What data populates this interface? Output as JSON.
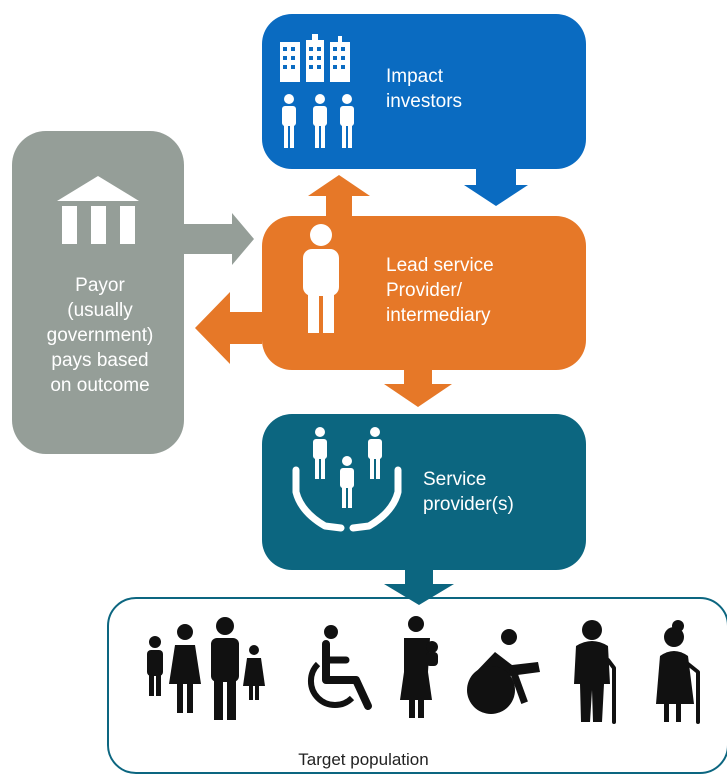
{
  "nodes": {
    "investors": {
      "lines": [
        "Impact",
        "investors"
      ],
      "color": "#0a6bc1",
      "icon": "buildings-and-people-icon"
    },
    "lead": {
      "lines": [
        "Lead service",
        "Provider/",
        "intermediary"
      ],
      "color": "#e67828",
      "icon": "person-icon"
    },
    "payor": {
      "lines": [
        "Payor",
        "(usually",
        "government)",
        "pays based",
        "on outcome"
      ],
      "color": "#959e98",
      "icon": "government-building-icon"
    },
    "service": {
      "lines": [
        "Service",
        "provider(s)"
      ],
      "color": "#0c6680",
      "icon": "hands-holding-people-icon"
    },
    "target": {
      "label": "Target population",
      "border": "#0c6680",
      "icons": [
        "family-icon",
        "wheelchair-user-icon",
        "mother-with-child-icon",
        "wheelchair-athlete-icon",
        "elderly-man-with-cane-icon",
        "elderly-woman-with-cane-icon"
      ]
    }
  }
}
